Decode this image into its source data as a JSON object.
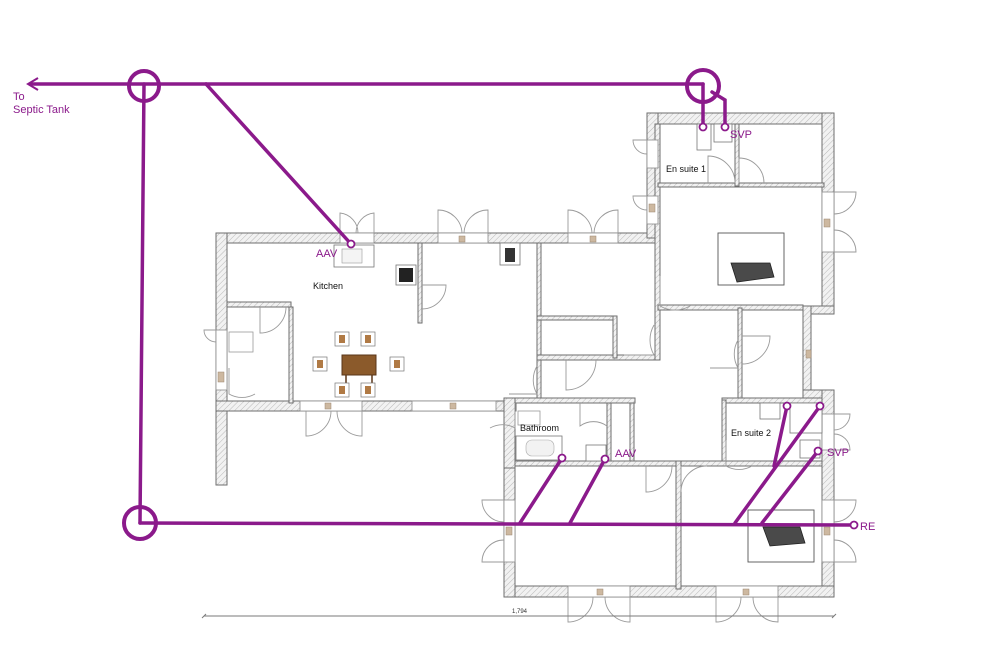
{
  "labels": {
    "septic_line1": "To",
    "septic_line2": "Septic Tank",
    "svp_top": "SVP",
    "svp_bottom": "SVP",
    "aav_kitchen": "AAV",
    "aav_bathroom": "AAV",
    "re": "RE"
  },
  "rooms": {
    "kitchen": "Kitchen",
    "bathroom": "Bathroom",
    "en_suite_1": "En suite 1",
    "en_suite_2": "En suite 2"
  },
  "dimension": "1,794",
  "colors": {
    "pipe": "#8b1a8b",
    "wall": "#6e6e6e",
    "background": "#ffffff"
  }
}
